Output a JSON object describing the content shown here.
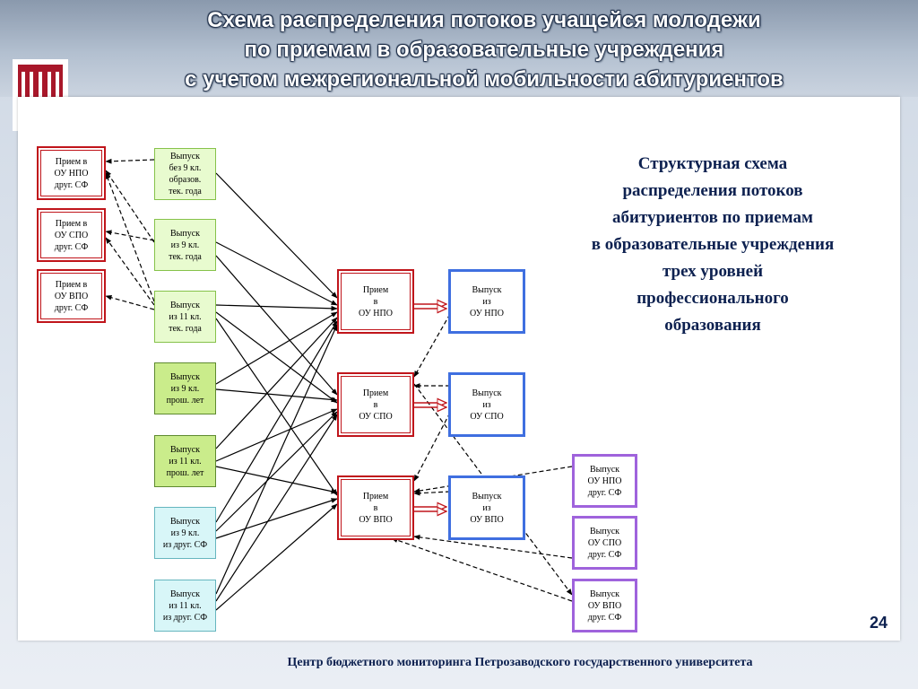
{
  "title": {
    "lines": [
      "Схема распределения потоков учащейся молодежи",
      "по приемам в образовательные учреждения",
      "с учетом межрегиональной мобильности абитуриентов"
    ]
  },
  "logo": {
    "icon": "university-logo-icon"
  },
  "boxes": {
    "priem_npo_sf": "Прием в\nОУ НПО\nдруг. СФ",
    "priem_spo_sf": "Прием в\nОУ СПО\nдруг. СФ",
    "priem_vpo_sf": "Прием в\nОУ ВПО\nдруг. СФ",
    "g_bez9": "Выпуск\nбез 9 кл.\nобразов.\nтек. года",
    "g_9tek": "Выпуск\nиз 9 кл.\nтек. года",
    "g_11tek": "Выпуск\nиз 11 кл.\nтек. года",
    "g_9prosh": "Выпуск\nиз 9 кл.\nпрош. лет",
    "g_11prosh": "Выпуск\nиз 11 кл.\nпрош. лет",
    "g_9sf": "Выпуск\nиз 9 кл.\nиз друг. СФ",
    "g_11sf": "Выпуск\nиз 11 кл.\nиз друг. СФ",
    "priem_npo": "Прием\nв\nОУ НПО",
    "priem_spo": "Прием\nв\nОУ СПО",
    "priem_vpo": "Прием\nв\nОУ ВПО",
    "vyp_npo": "Выпуск\nиз\nОУ НПО",
    "vyp_spo": "Выпуск\nиз\nОУ СПО",
    "vyp_vpo": "Выпуск\nиз\nОУ ВПО",
    "vyp_npo_sf": "Выпуск\nОУ НПО\nдруг. СФ",
    "vyp_spo_sf": "Выпуск\nОУ СПО\nдруг. СФ",
    "vyp_vpo_sf": "Выпуск\nОУ ВПО\nдруг. СФ"
  },
  "structure_text": {
    "lines": [
      "Структурная схема",
      "распределения потоков",
      "абитуриентов по приемам",
      "в образовательные учреждения",
      "трех уровней",
      "профессионального",
      "образования"
    ]
  },
  "page_number": "24",
  "footer": "Центр бюджетного мониторинга Петрозаводского государственного университета",
  "colors": {
    "red": "#c0151b",
    "green": "#86c24a",
    "blue": "#3f6fe0",
    "purple": "#9f63dc",
    "navy": "#0d2150"
  }
}
